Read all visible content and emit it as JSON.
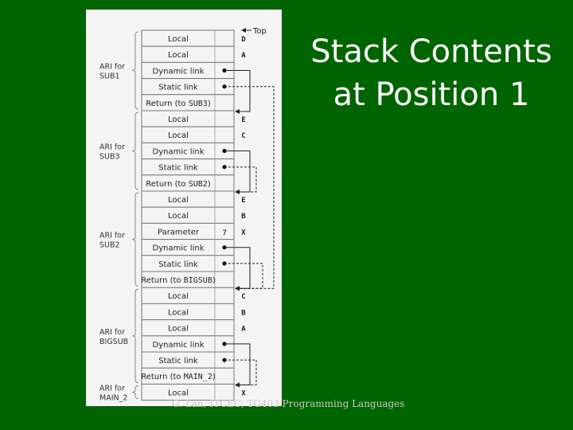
{
  "slide": {
    "title_line1": "Stack Contents",
    "title_line2": "at Position 1",
    "footer": "G. Lan, ITCEC, TG403 Programming Languages"
  },
  "diagram": {
    "top_label": "Top",
    "cells": [
      {
        "label": "Local",
        "var": "D"
      },
      {
        "label": "Local",
        "var": "A"
      },
      {
        "label": "Dynamic link",
        "var": "",
        "pointer": true
      },
      {
        "label": "Static link",
        "var": "",
        "pointer": true
      },
      {
        "label_prefix": "Return (to ",
        "label_code": "SUB3",
        "label_suffix": ")",
        "var": ""
      },
      {
        "label": "Local",
        "var": "E"
      },
      {
        "label": "Local",
        "var": "C"
      },
      {
        "label": "Dynamic link",
        "var": "",
        "pointer": true
      },
      {
        "label": "Static link",
        "var": "",
        "pointer": true
      },
      {
        "label_prefix": "Return (to ",
        "label_code": "SUB2",
        "label_suffix": ")",
        "var": ""
      },
      {
        "label": "Local",
        "var": "E"
      },
      {
        "label": "Local",
        "var": "B"
      },
      {
        "label": "Parameter",
        "var": "X",
        "value": "7"
      },
      {
        "label": "Dynamic link",
        "var": "",
        "pointer": true
      },
      {
        "label": "Static link",
        "var": "",
        "pointer": true
      },
      {
        "label_prefix": "Return (to ",
        "label_code": "BIGSUB",
        "label_suffix": ")",
        "var": ""
      },
      {
        "label": "Local",
        "var": "C"
      },
      {
        "label": "Local",
        "var": "B"
      },
      {
        "label": "Local",
        "var": "A"
      },
      {
        "label": "Dynamic link",
        "var": "",
        "pointer": true
      },
      {
        "label": "Static link",
        "var": "",
        "pointer": true
      },
      {
        "label_prefix": "Return (to ",
        "label_code": "MAIN_2",
        "label_suffix": ")",
        "var": ""
      },
      {
        "label": "Local",
        "var": "X"
      }
    ],
    "groups": [
      {
        "line1": "ARI for",
        "line2": "SUB1",
        "start": 0,
        "end": 4
      },
      {
        "line1": "ARI for",
        "line2": "SUB3",
        "start": 5,
        "end": 9
      },
      {
        "line1": "ARI for",
        "line2": "SUB2",
        "start": 10,
        "end": 15
      },
      {
        "line1": "ARI for",
        "line2": "BIGSUB",
        "start": 16,
        "end": 21
      },
      {
        "line1": "ARI for",
        "line2": "MAIN_2",
        "start": 22,
        "end": 22
      }
    ]
  }
}
